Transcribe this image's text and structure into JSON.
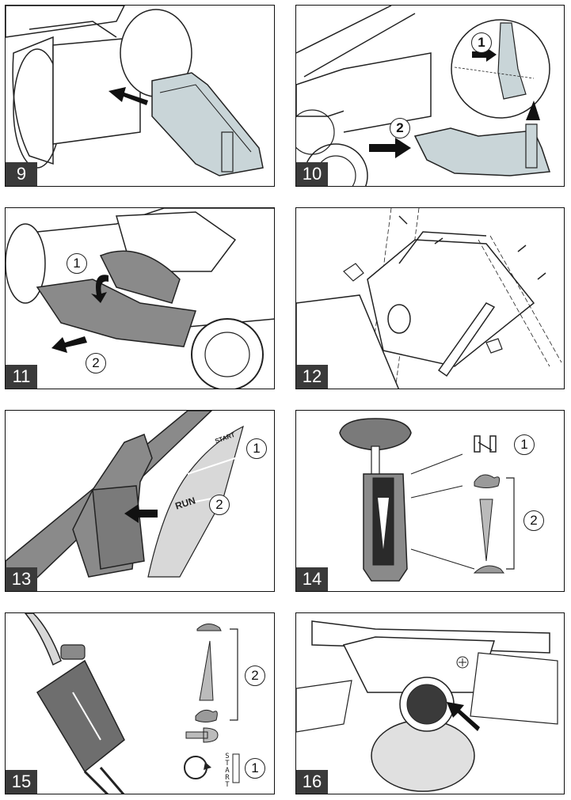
{
  "colors": {
    "part_fill": "#c9d5d8",
    "line": "#222222",
    "gray": "#8a8a8a",
    "badge": "#3a3a3a"
  },
  "panels": [
    {
      "number": "9",
      "callouts": []
    },
    {
      "number": "10",
      "callouts": [
        "1",
        "2"
      ]
    },
    {
      "number": "11",
      "callouts": [
        "1",
        "2"
      ]
    },
    {
      "number": "12",
      "callouts": []
    },
    {
      "number": "13",
      "callouts": [
        "1",
        "2"
      ],
      "run_label": "RUN",
      "start_label": "START"
    },
    {
      "number": "14",
      "callouts": [
        "1",
        "2"
      ]
    },
    {
      "number": "15",
      "callouts": [
        "2",
        "1"
      ],
      "start_label": "START",
      "start_letters": [
        "S",
        "T",
        "A",
        "R",
        "T"
      ]
    },
    {
      "number": "16",
      "callouts": []
    }
  ],
  "icons": [
    "arrow-icon",
    "turtle-icon",
    "rabbit-icon",
    "key-icon",
    "choke-icon",
    "rotate-icon"
  ]
}
